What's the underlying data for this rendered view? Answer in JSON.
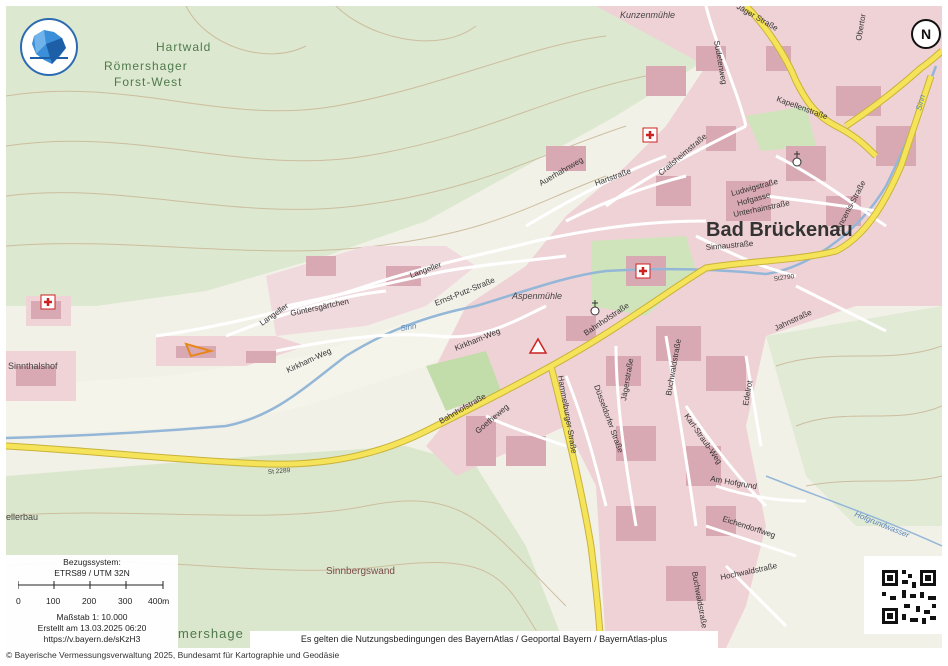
{
  "map": {
    "places": {
      "town": "Bad Brückenau",
      "hartwald": "Hartwald",
      "forest_1": "Römershager",
      "forest_2": "Forst-West",
      "kunzenmuehle": "Kunzenmühle",
      "sinnthalshof": "Sinnthalshof",
      "aspenmuehle": "Aspenmühle",
      "ellerbau": "ellerbau",
      "sinnbergswand": "Sinnbergswand",
      "bottom_forest": "mershage"
    },
    "streets": {
      "bahnhofstrasse_1": "Bahnhofstraße",
      "bahnhofstrasse_2": "Bahnhofstraße",
      "hammelburger": "Hammelburger Straße",
      "langeller_1": "Langeller",
      "langeller_2": "Langeller",
      "guentersgaertchen": "Güntersgärtchen",
      "ernst_putz": "Ernst-Putz-Straße",
      "kirkham_1": "Kirkham-Weg",
      "kirkham_2": "Kirkham-Weg",
      "auerhahnweg": "Auerhahnweg",
      "hartstrasse": "Hartstraße",
      "crailsheim": "Crailsheimstraße",
      "sudetenweg": "Sudetenweg",
      "ludwigstrasse": "Ludwigstraße",
      "hofgasse": "Hofgasse",
      "unterhainstrasse": "Unterhainstraße",
      "sinnaustrasse": "Sinnaustraße",
      "ancenis": "Ancenis-Straße",
      "jahnstrasse": "Jahnstraße",
      "goetheweg": "Goetheweg",
      "jaegerstrasse": "Jägerstraße",
      "buchwaldstrasse_1": "Buchwaldstraße",
      "buchwaldstrasse_2": "Buchwaldstraße",
      "duesseldorfer": "Düsseldorfer Straße",
      "karl_straub": "Karl-Straub-Weg",
      "am_hofgrund": "Am Hofgrund",
      "eichendorff": "Eichendorffweg",
      "hochwaldstrasse": "Hochwaldstraße",
      "edelrot": "Edelrot",
      "st2289": "St 2289",
      "st2790": "St2790",
      "sinn_1": "Sinn",
      "sinn_2": "Sinn",
      "hofgrundwasser": "Hofgrundwasser",
      "jaeger_top": "Jäger Straße",
      "obertor": "Obertor",
      "kapellen": "Kapellenstraße"
    }
  },
  "scale": {
    "title": "Bezugssystem:",
    "system": "ETRS89 / UTM 32N",
    "ticks": [
      "0",
      "100",
      "200",
      "300",
      "400m"
    ],
    "ratio": "Maßstab 1: 10.000",
    "created": "Erstellt am 13.03.2025 06:20",
    "link": "https://v.bayern.de/sKzH3"
  },
  "north_label": "N",
  "terms": "Es gelten die Nutzungsbedingungen des BayernAtlas / Geoportal Bayern / BayernAtlas-plus",
  "copyright": "© Bayerische Vermessungsverwaltung 2025, Bundesamt für Kartographie und Geodäsie",
  "colors": {
    "forest": "#dbe8cf",
    "open": "#f4f3ec",
    "settlement": "#eecfd3",
    "building": "#d8a6b0",
    "road_major": "#f4e25a",
    "road_minor": "#ffffff",
    "water": "#8fb4d6",
    "park": "#c9e1b6",
    "contour": "#c7b597"
  }
}
